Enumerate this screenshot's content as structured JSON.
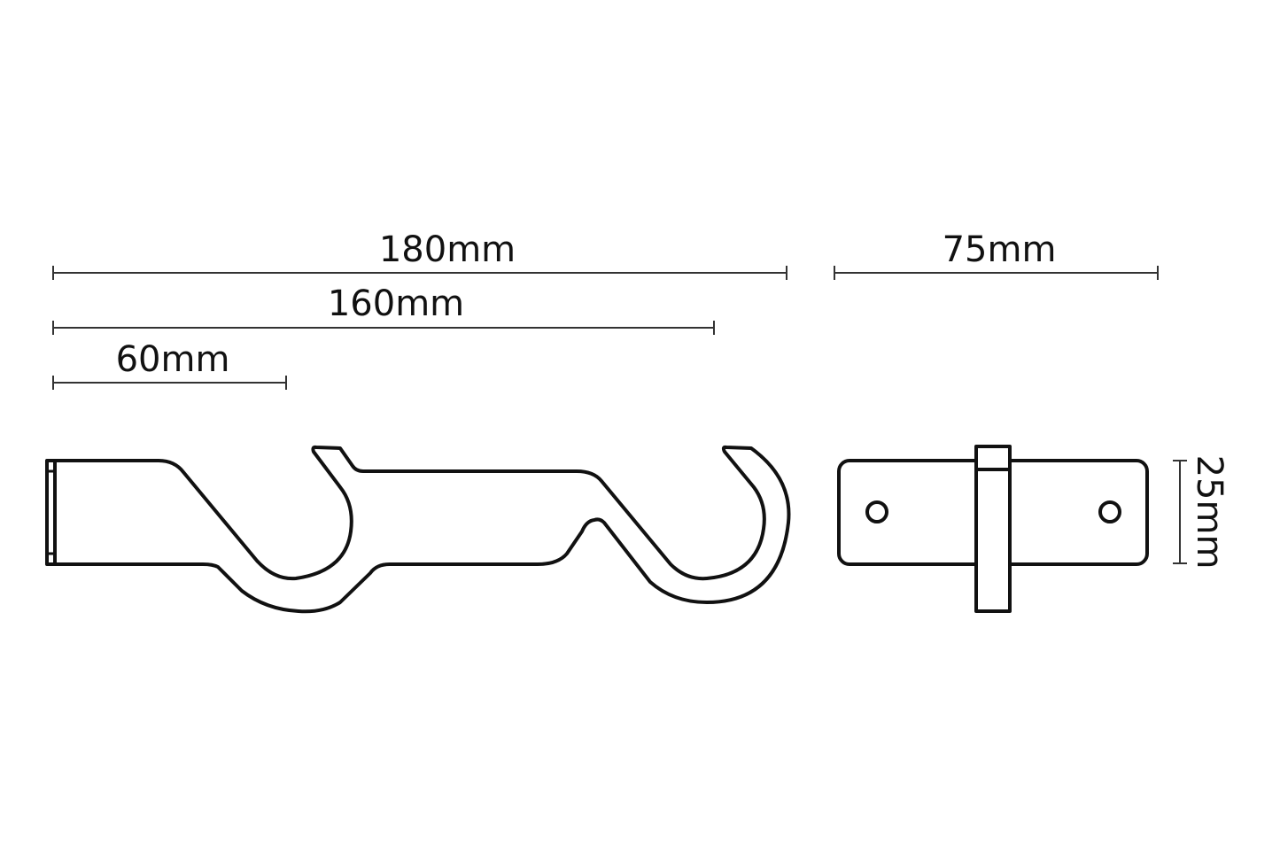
{
  "dimensions": {
    "overall_length": "180mm",
    "second_hook_length": "160mm",
    "first_section_length": "60mm",
    "base_plate_width": "75mm",
    "base_plate_height": "25mm"
  },
  "colors": {
    "line": "#111111",
    "background": "#ffffff"
  }
}
